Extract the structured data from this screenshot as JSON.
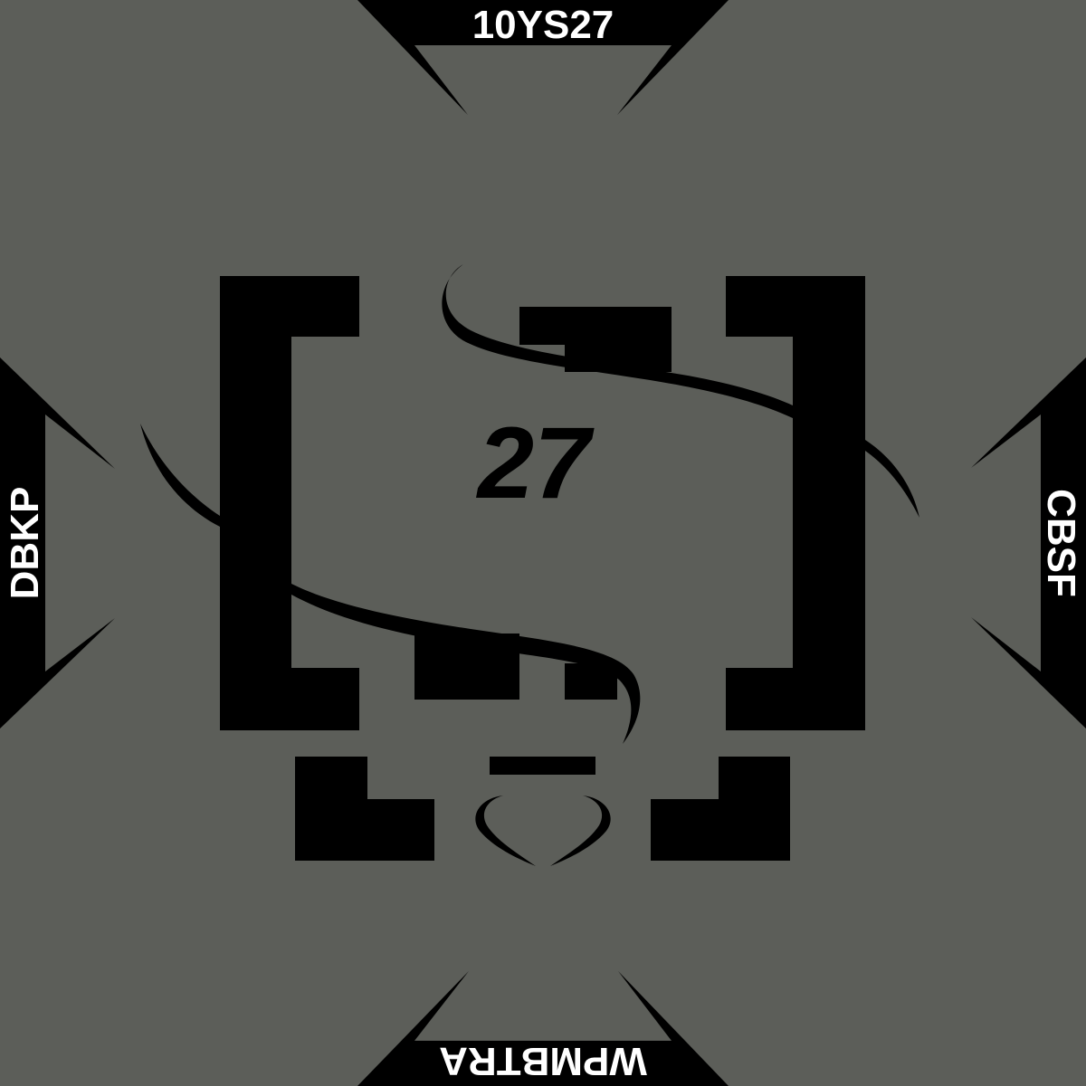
{
  "colors": {
    "background": "#5c5e59",
    "ink": "#000000",
    "label": "#ffffff"
  },
  "labels": {
    "top": "10YS27",
    "right": "CBSF",
    "bottom": "WPMBTRA",
    "left": "DBKP"
  },
  "center_number": "27"
}
